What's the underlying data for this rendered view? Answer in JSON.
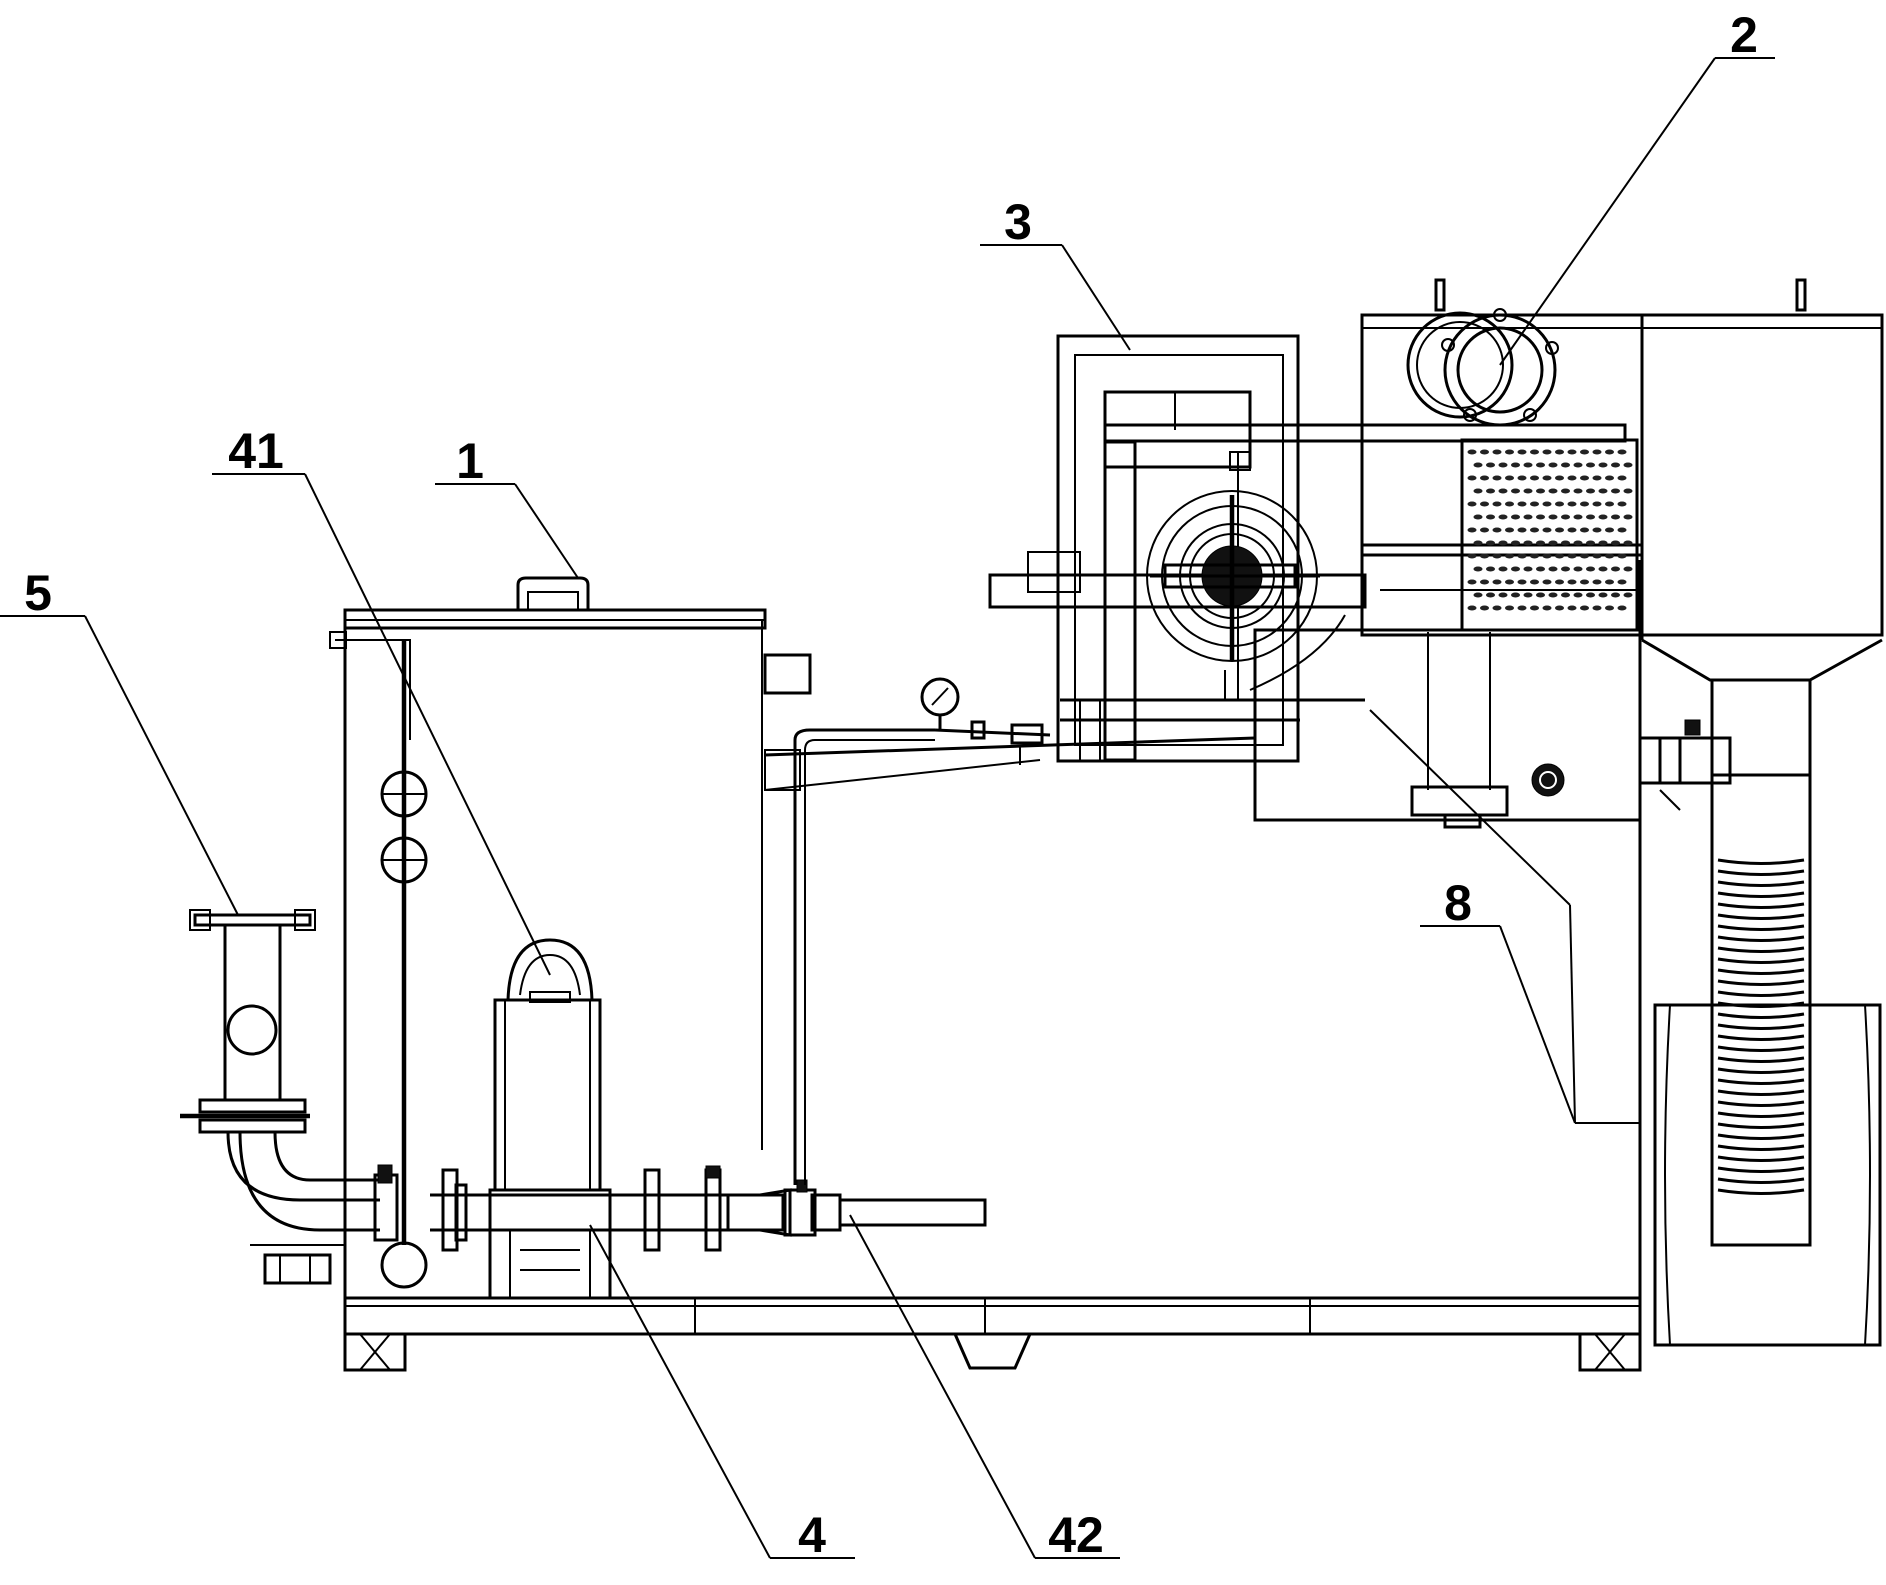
{
  "callouts": [
    {
      "id": "c1",
      "label": "1"
    },
    {
      "id": "c2",
      "label": "2"
    },
    {
      "id": "c3",
      "label": "3"
    },
    {
      "id": "c4",
      "label": "4"
    },
    {
      "id": "c5",
      "label": "5"
    },
    {
      "id": "c8",
      "label": "8"
    },
    {
      "id": "c41",
      "label": "41"
    },
    {
      "id": "c42",
      "label": "42"
    }
  ]
}
